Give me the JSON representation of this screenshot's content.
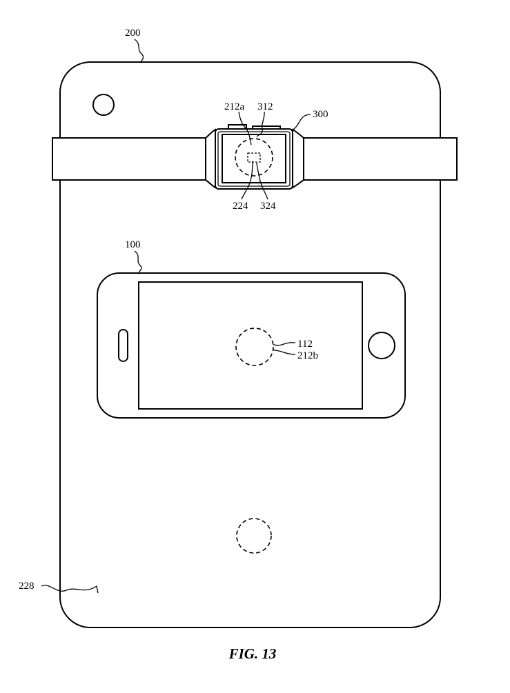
{
  "labels": {
    "device_200": "200",
    "device_300": "300",
    "device_100": "100",
    "ref_212a": "212a",
    "ref_312": "312",
    "ref_224": "224",
    "ref_324": "324",
    "ref_112": "112",
    "ref_212b": "212b",
    "ref_228": "228"
  },
  "caption": "FIG. 13",
  "colors": {
    "line": "#000000",
    "background": "#ffffff"
  }
}
